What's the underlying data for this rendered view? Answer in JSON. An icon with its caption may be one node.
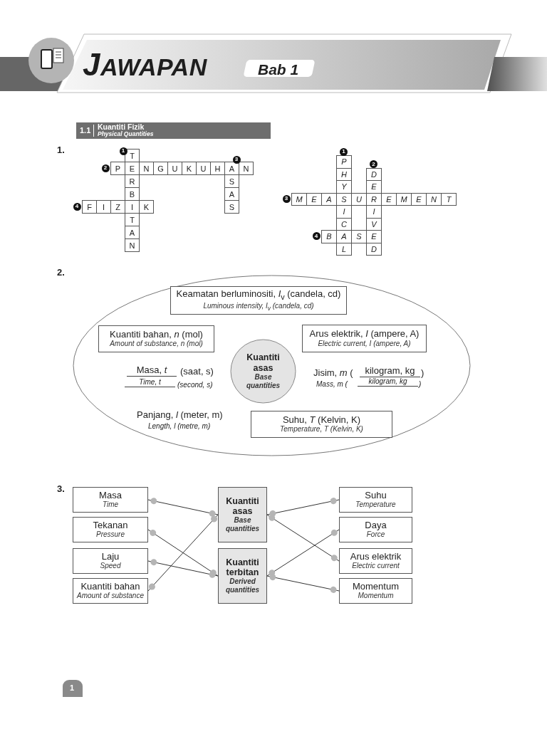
{
  "diagram": {
    "title": "JAWAPAN",
    "nodes": [
      {
        "text": [],
        "shape": "ellipse"
      },
      {
        "text": [
          "Keamatan berluminositi, *I*$_{v}$ (candela, cd)",
          "Luminous intensity, I$_{v}$ (candela, cd)"
        ],
        "in": 0
      },
      {
        "text": [
          "Kuantiti bahan, *n* (mol)",
          "Amount of substance, n (mol)"
        ],
        "in": 0
      },
      {
        "text": [
          "Arus elektrik, *I* (ampere, A)",
          "Electric current, I (ampere, A)"
        ],
        "in": 0
      },
      {
        "text": [
          "Kuantiti asas",
          "Base quantities"
        ],
        "in": 0
      },
      {
        "text": [
          "Suhu, *T* (Kelvin, K)",
          "Temperature, T (Kelvin, K)"
        ],
        "in": 0
      },
      {
        "text": [
          "Masa",
          "Time"
        ]
      },
      {
        "text": [
          "Tekanan",
          "Pressure"
        ]
      },
      {
        "text": [
          "Laju",
          "Speed"
        ]
      },
      {
        "text": [
          "Kuantiti bahan",
          "Amount of substance"
        ]
      },
      {
        "text": [
          "Kuantiti asas",
          "Base quantities"
        ]
      },
      {
        "text": [
          "Kuantiti terbitan",
          "Derived quantities"
        ]
      },
      {
        "text": [
          "Suhu",
          "Temperature"
        ]
      },
      {
        "text": [
          "Daya",
          "Force"
        ]
      },
      {
        "text": [
          "Arus elektrik",
          "Electric current"
        ]
      },
      {
        "text": [
          "Momentum",
          "Momentum"
        ]
      }
    ],
    "edges": [
      {
        "from": 6,
        "to": 10,
        "arrow": "other"
      },
      {
        "from": 7,
        "to": 11,
        "arrow": "other"
      },
      {
        "from": 8,
        "to": 11,
        "arrow": "other"
      },
      {
        "from": 9,
        "to": 10,
        "arrow": "other"
      },
      {
        "from": 10,
        "to": 12,
        "arrow": "other"
      },
      {
        "from": 10,
        "to": 14,
        "arrow": "other"
      },
      {
        "from": 11,
        "to": 13,
        "arrow": "other"
      },
      {
        "from": 11,
        "to": 15,
        "arrow": "other"
      }
    ],
    "labels": [
      "Bab 1",
      "1.1",
      "Kuantiti Fizik",
      "Physical Quantities",
      "1.",
      "1",
      "T",
      "3",
      "2",
      "P",
      "E",
      "N",
      "G",
      "U",
      "K",
      "U",
      "H",
      "A",
      "N",
      "R",
      "S",
      "B",
      "A",
      "4",
      "F",
      "I",
      "Z",
      "I",
      "K",
      "S",
      "T",
      "A",
      "N",
      "1",
      "P",
      "2",
      "H",
      "D",
      "Y",
      "E",
      "3",
      "M",
      "E",
      "A",
      "S",
      "U",
      "R",
      "E",
      "M",
      "E",
      "N",
      "T",
      "I",
      "I",
      "C",
      "V",
      "4",
      "B",
      "A",
      "S",
      "E",
      "L",
      "D",
      "2.",
      "Masa, *t*",
      "(saat, s)",
      "Time, t",
      "(second, s)",
      "Jisim, *m* (",
      "kilogram, kg",
      ")",
      "Mass, m (",
      "kilogram, kg",
      ")",
      "Panjang, *l* (meter, m)",
      "Length, l (metre, m)",
      "3.",
      "1"
    ]
  }
}
